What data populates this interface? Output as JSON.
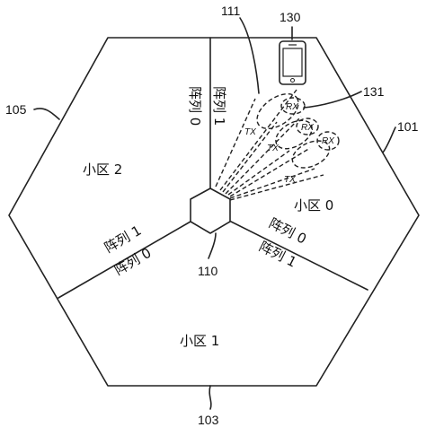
{
  "refs": {
    "r101": "101",
    "r103": "103",
    "r105": "105",
    "r110": "110",
    "r111": "111",
    "r130": "130",
    "r131": "131"
  },
  "cells": {
    "cell0": "小区 0",
    "cell1": "小区 1",
    "cell2": "小区 2"
  },
  "arrays": {
    "upper_left": "阵列 0",
    "upper_right": "阵列 1",
    "left_upper": "阵列 1",
    "left_lower": "阵列 0",
    "right_upper": "阵列 0",
    "right_lower": "阵列 1"
  },
  "beams": {
    "tx1": "TX",
    "tx2": "TX",
    "tx3": "TX",
    "rx1": "RX",
    "rx2": "RX",
    "rx3": "RX"
  }
}
